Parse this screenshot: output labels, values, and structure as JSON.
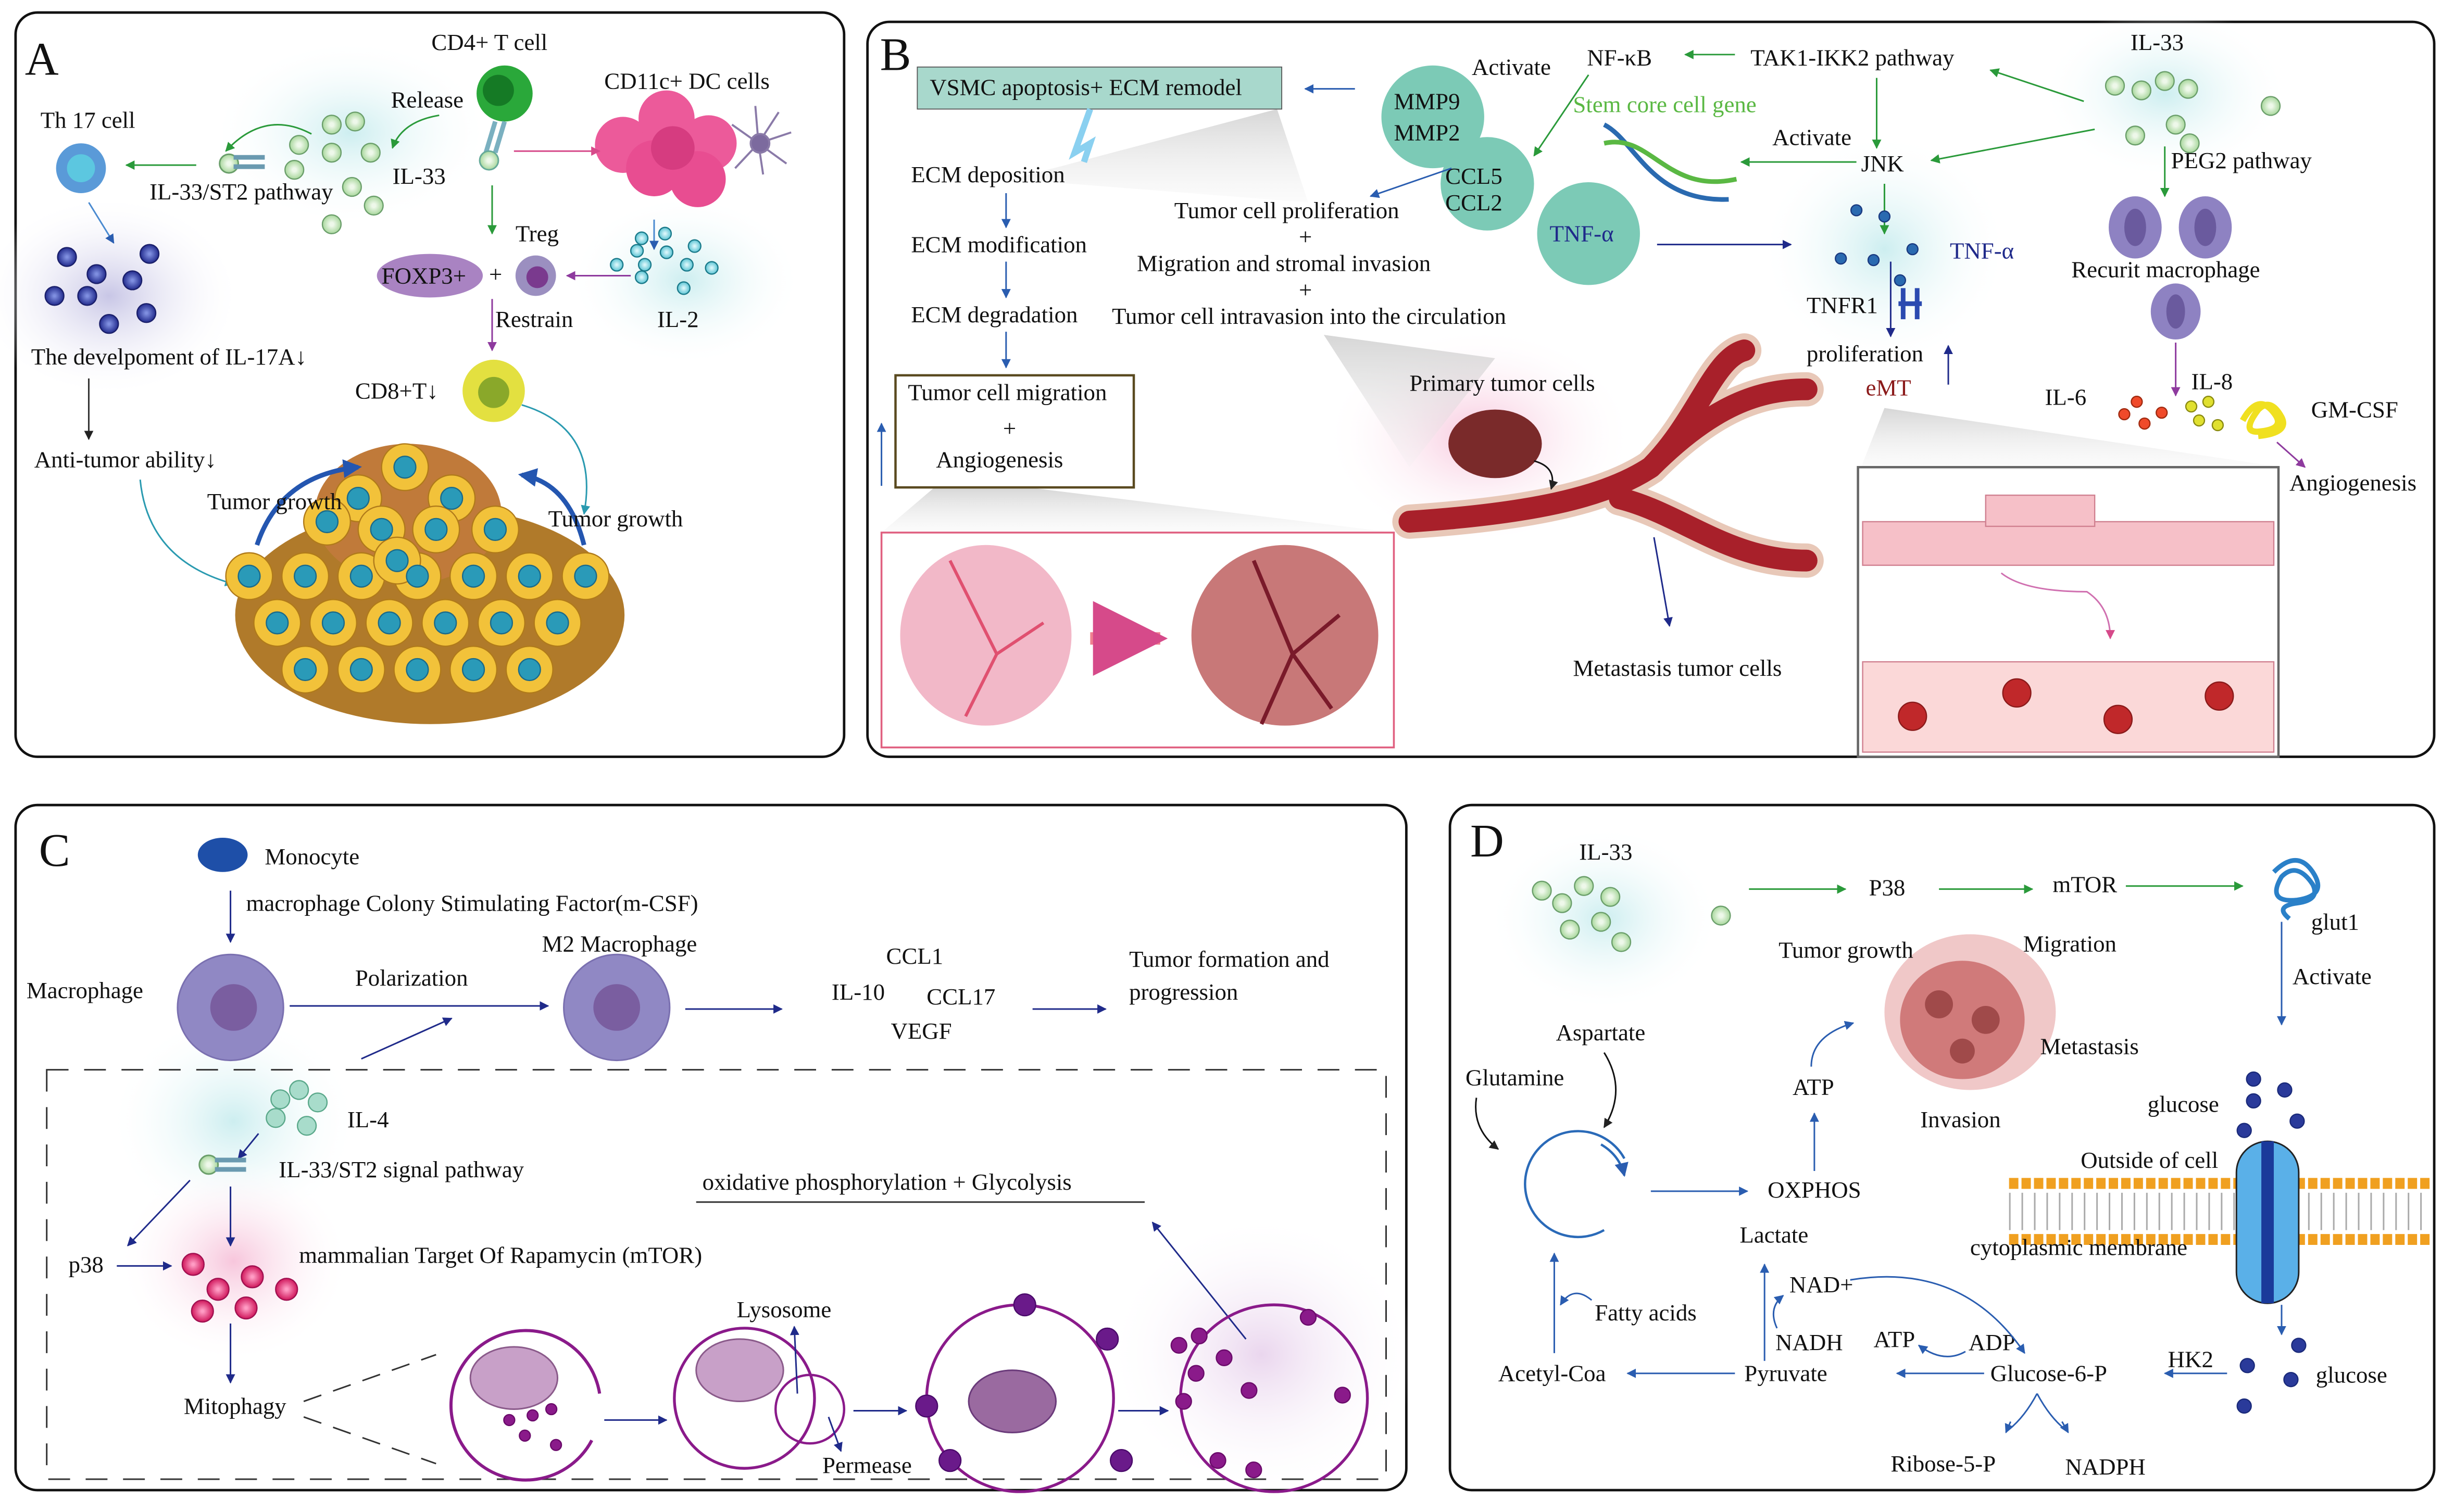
{
  "panels": {
    "a": {
      "letter": "A",
      "cd4_t_cell": "CD4+ T cell",
      "cd11c_dc_cells": "CD11c+ DC cells",
      "th17_cell": "Th 17 cell",
      "release": "Release",
      "il33_st2_pathway": "IL-33/ST2 pathway",
      "il33": "IL-33",
      "treg": "Treg",
      "foxp3": "FOXP3+",
      "plus": "+",
      "restrain": "Restrain",
      "il2": "IL-2",
      "il17a_development": "The develpoment of IL-17A↓",
      "cd8_t": "CD8+T↓",
      "anti_tumor_ability": "Anti-tumor ability↓",
      "tumor_growth_left": "Tumor growth",
      "tumor_growth_right": "Tumor growth"
    },
    "b": {
      "letter": "B",
      "vsmc_box": "VSMC apoptosis+ ECM remodel",
      "activate_top": "Activate",
      "nf_kb": "NF-κB",
      "tak1_ikk2_pathway": "TAK1-IKK2 pathway",
      "il33": "IL-33",
      "mmp9": "MMP9",
      "mmp2": "MMP2",
      "stem_core_cell_gene": "Stem core cell gene",
      "activate_jnk": "Activate",
      "jnk": "JNK",
      "peg2_pathway": "PEG2 pathway",
      "ecm_deposition": "ECM deposition",
      "ccl5": "CCL5",
      "ccl2": "CCL2",
      "tumor_cell_proliferation": "Tumor cell proliferation",
      "plus1": "+",
      "migration_stromal_invasion": "Migration and stromal invasion",
      "plus2": "+",
      "tumor_cell_intravasion": "Tumor cell intravasion into the circulation",
      "tnf_alpha_circle": "TNF-α",
      "tnf_alpha": "TNF-α",
      "tnfr1": "TNFR1",
      "recruit_macrophage": "Recurit macrophage",
      "ecm_modification": "ECM modification",
      "ecm_degradation": "ECM degradation",
      "tumor_cell_migration": "Tumor cell migration",
      "plus3": "+",
      "angiogenesis_box": "Angiogenesis",
      "primary_tumor_cells": "Primary tumor cells",
      "proliferation": "proliferation",
      "emt": "eMT",
      "il8": "IL-8",
      "il6": "IL-6",
      "gm_csf": "GM-CSF",
      "angiogenesis": "Angiogenesis",
      "metastasis_tumor_cells": "Metastasis tumor cells"
    },
    "c": {
      "letter": "C",
      "monocyte": "Monocyte",
      "m_csf": "macrophage Colony Stimulating Factor(m-CSF)",
      "m2_macrophage": "M2 Macrophage",
      "ccl1": "CCL1",
      "tumor_formation_1": "Tumor formation and",
      "tumor_formation_2": "progression",
      "macrophage": "Macrophage",
      "polarization": "Polarization",
      "il10": "IL-10",
      "ccl17": "CCL17",
      "vegf": "VEGF",
      "il4": "IL-4",
      "il33_st2_signal": "IL-33/ST2 signal pathway",
      "oxphos_glycolysis": "oxidative phosphorylation +  Glycolysis",
      "p38": "p38",
      "mtor": "mammalian Target Of Rapamycin (mTOR)",
      "lysosome": "Lysosome",
      "mitophagy": "Mitophagy",
      "permease": "Permease"
    },
    "d": {
      "letter": "D",
      "il33": "IL-33",
      "p38": "P38",
      "mtor": "mTOR",
      "glut1": "glut1",
      "tumor_growth": "Tumor growth",
      "migration": "Migration",
      "activate": "Activate",
      "aspartate": "Aspartate",
      "metastasis": "Metastasis",
      "glutamine": "Glutamine",
      "atp_top": "ATP",
      "glucose_outside": "glucose",
      "invasion": "Invasion",
      "outside_of_cell": "Outside of cell",
      "oxphos": "OXPHOS",
      "lactate": "Lactate",
      "cytoplasmic_membrane": "cytoplasmic membrane",
      "nad_plus": "NAD+",
      "fatty_acids": "Fatty acids",
      "nadh": "NADH",
      "atp_bottom": "ATP",
      "adp": "ADP",
      "hk2": "HK2",
      "acetyl_coa": "Acetyl-Coa",
      "pyruvate": "Pyruvate",
      "glucose_6_p": "Glucose-6-P",
      "glucose_inside": "glucose",
      "ribose_5_p": "Ribose-5-P",
      "nadph": "NADPH"
    }
  },
  "colors": {
    "green_arrow": "#2a9a3a",
    "navy_arrow": "#1f2a8a",
    "blue_arrow": "#2a5db0",
    "teal_circle": "#8fd1bf",
    "emt_red": "#8b1a1a",
    "stem_green": "#5ab843"
  }
}
